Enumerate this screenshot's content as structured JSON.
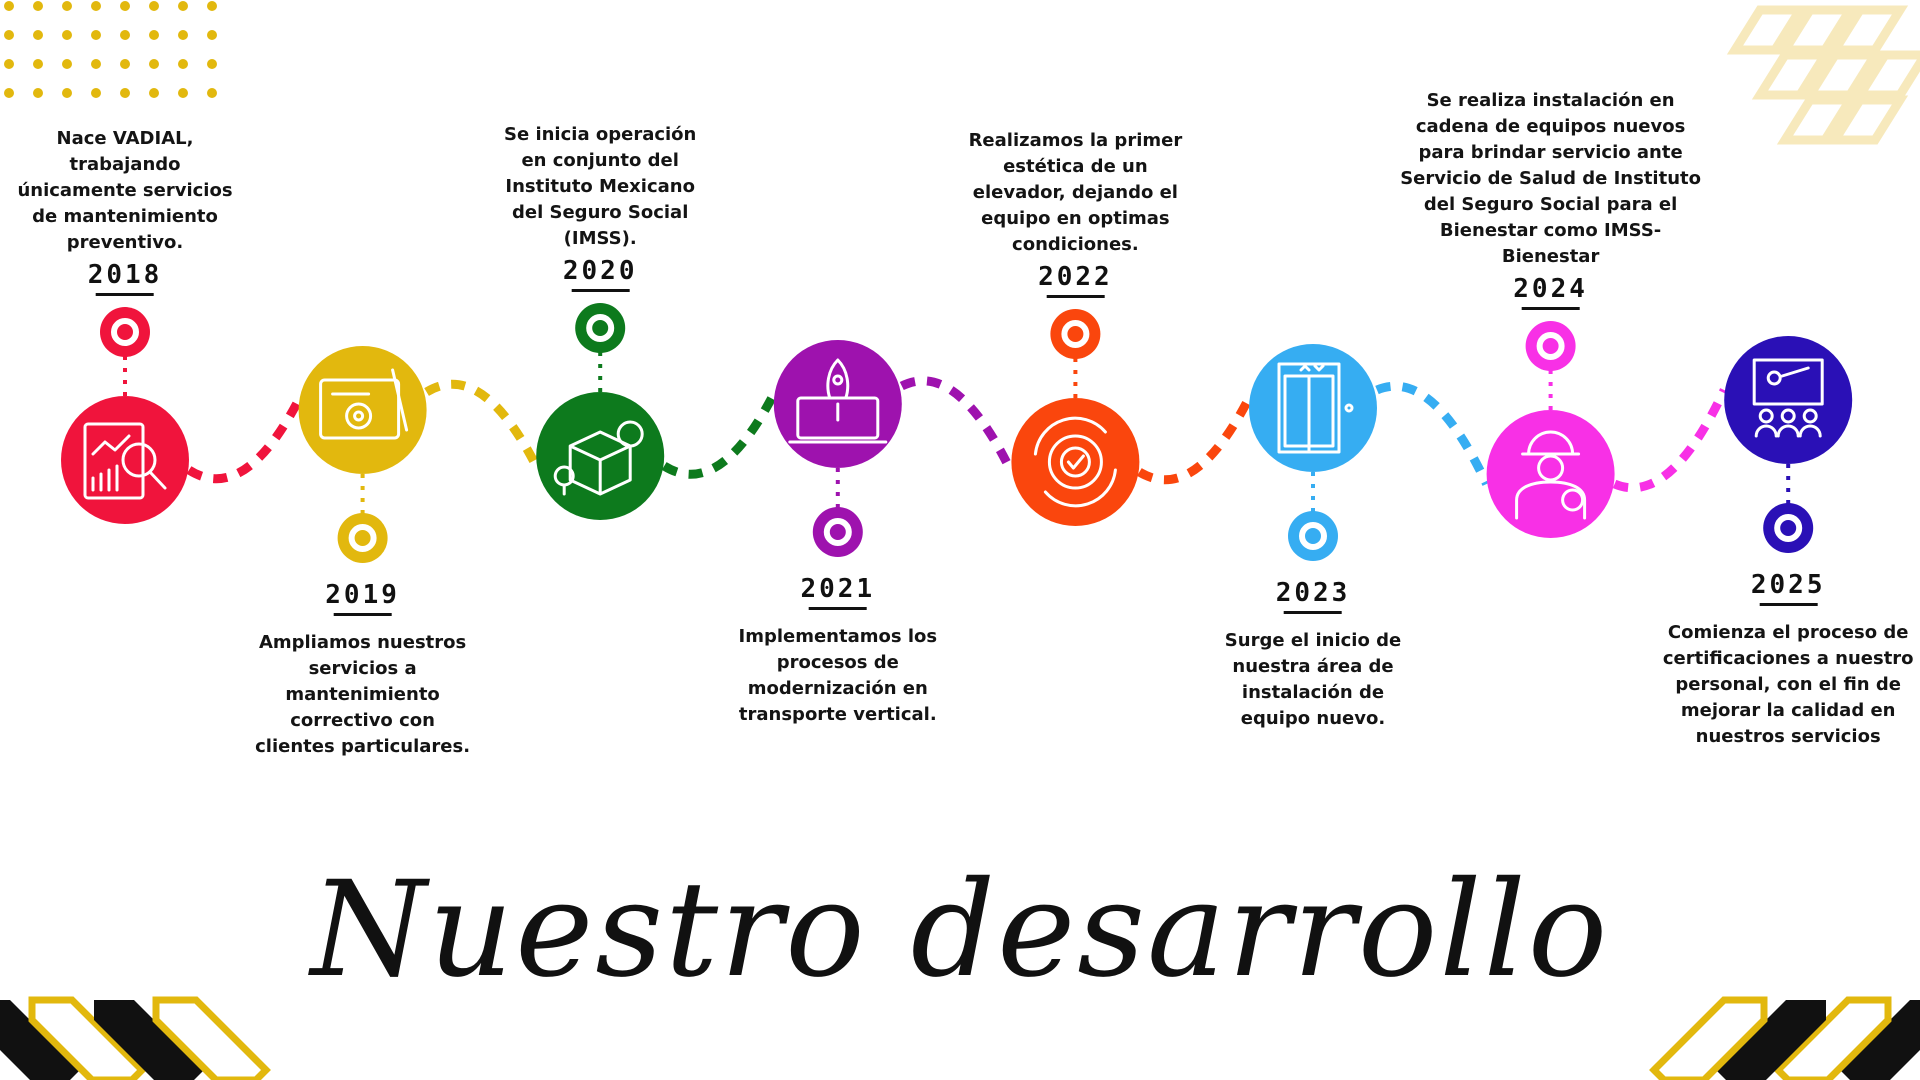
{
  "title": "Nuestro desarrollo",
  "colors": {
    "gold": "#E2B80E",
    "text": "#141414"
  },
  "milestones": [
    {
      "year": "2018",
      "color": "#F0143C",
      "position": "up",
      "icon": "analytics-magnifier-icon",
      "lines": [
        "Nace VADIAL,",
        "trabajando",
        "únicamente servicios",
        "de mantenimiento",
        "preventivo."
      ]
    },
    {
      "year": "2019",
      "color": "#E2B80E",
      "position": "down",
      "icon": "blueprint-gear-icon",
      "lines": [
        "Ampliamos nuestros",
        "servicios a",
        "mantenimiento",
        "correctivo con",
        "clientes particulares."
      ]
    },
    {
      "year": "2020",
      "color": "#0D7A1D",
      "position": "up",
      "icon": "box-gears-bulb-icon",
      "lines": [
        "Se inicia operación",
        "en conjunto del",
        "Instituto Mexicano",
        "del Seguro Social",
        "(IMSS)."
      ]
    },
    {
      "year": "2021",
      "color": "#9E12AE",
      "position": "down",
      "icon": "rocket-laptop-icon",
      "lines": [
        "Implementamos los",
        "procesos de",
        "modernización en",
        "transporte vertical."
      ]
    },
    {
      "year": "2022",
      "color": "#FA460D",
      "position": "up",
      "icon": "gear-check-cycle-icon",
      "lines": [
        "Realizamos la primer",
        "estética de un",
        "elevador, dejando el",
        "equipo en optimas",
        "condiciones."
      ]
    },
    {
      "year": "2023",
      "color": "#36ADF2",
      "position": "down",
      "icon": "elevator-icon",
      "lines": [
        "Surge el inicio de",
        "nuestra área de",
        "instalación de",
        "equipo nuevo."
      ]
    },
    {
      "year": "2024",
      "color": "#F830E6",
      "position": "up",
      "icon": "worker-helmet-icon",
      "lines": [
        "Se realiza instalación en",
        "cadena de equipos nuevos",
        "para brindar servicio ante",
        "Servicio de Salud de Instituto",
        "del Seguro Social para el",
        "Bienestar como IMSS-",
        "Bienestar"
      ]
    },
    {
      "year": "2025",
      "color": "#2A10B6",
      "position": "down",
      "icon": "training-presentation-icon",
      "lines": [
        "Comienza el proceso de",
        "certificaciones a nuestro",
        "personal, con el fin de",
        "mejorar la calidad en",
        "nuestros servicios"
      ]
    }
  ]
}
